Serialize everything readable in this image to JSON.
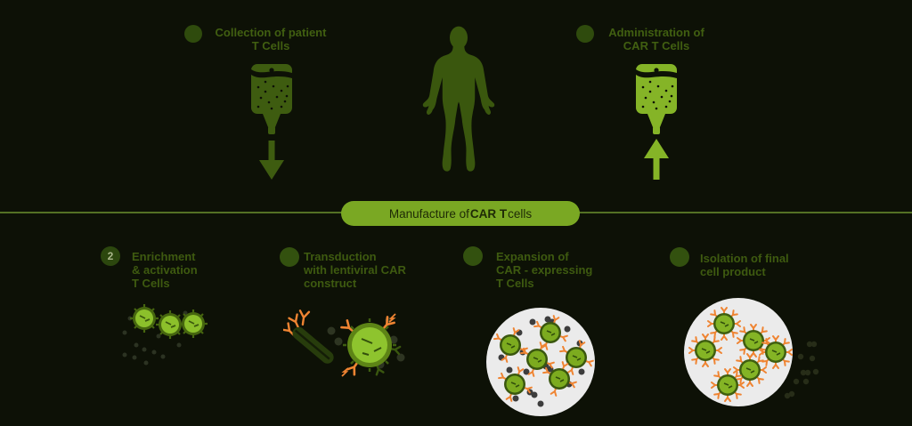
{
  "top": {
    "collection": {
      "line1": "Collection of patient",
      "line2": "T Cells"
    },
    "administration": {
      "line1": "Administration of",
      "line2": "CAR T Cells"
    }
  },
  "banner": {
    "prefix": "Manufacture of ",
    "bold": "CAR T",
    "suffix": " cells"
  },
  "steps": [
    {
      "number": "2",
      "lines": [
        "Enrichment",
        "& activation",
        "T Cells"
      ]
    },
    {
      "number": "",
      "lines": [
        "Transduction",
        "with lentiviral CAR",
        "construct"
      ]
    },
    {
      "number": "",
      "lines": [
        "Expansion of",
        "CAR - expressing",
        "T Cells"
      ]
    },
    {
      "number": "",
      "lines": [
        "Isolation of final",
        "cell product"
      ]
    }
  ],
  "icons": {
    "collection_bag": "iv-bag-arrow-down-icon",
    "patient": "human-body-icon",
    "administration_bag": "iv-bag-arrow-up-icon",
    "step2": "activated-t-cells-icon",
    "step3": "lentivirus-transduction-icon",
    "step4": "expansion-culture-dish-icon",
    "step5": "isolated-cell-product-icon"
  },
  "colors": {
    "background": "#0d1106",
    "dark_green": "#3e5c10",
    "bright_green": "#85b427",
    "banner_green": "#7aa823",
    "cell_green": "#8cc02b",
    "receptor_orange": "#ef8432",
    "dish_white": "#ebebeb",
    "debris_gray": "#3d3d3d"
  }
}
